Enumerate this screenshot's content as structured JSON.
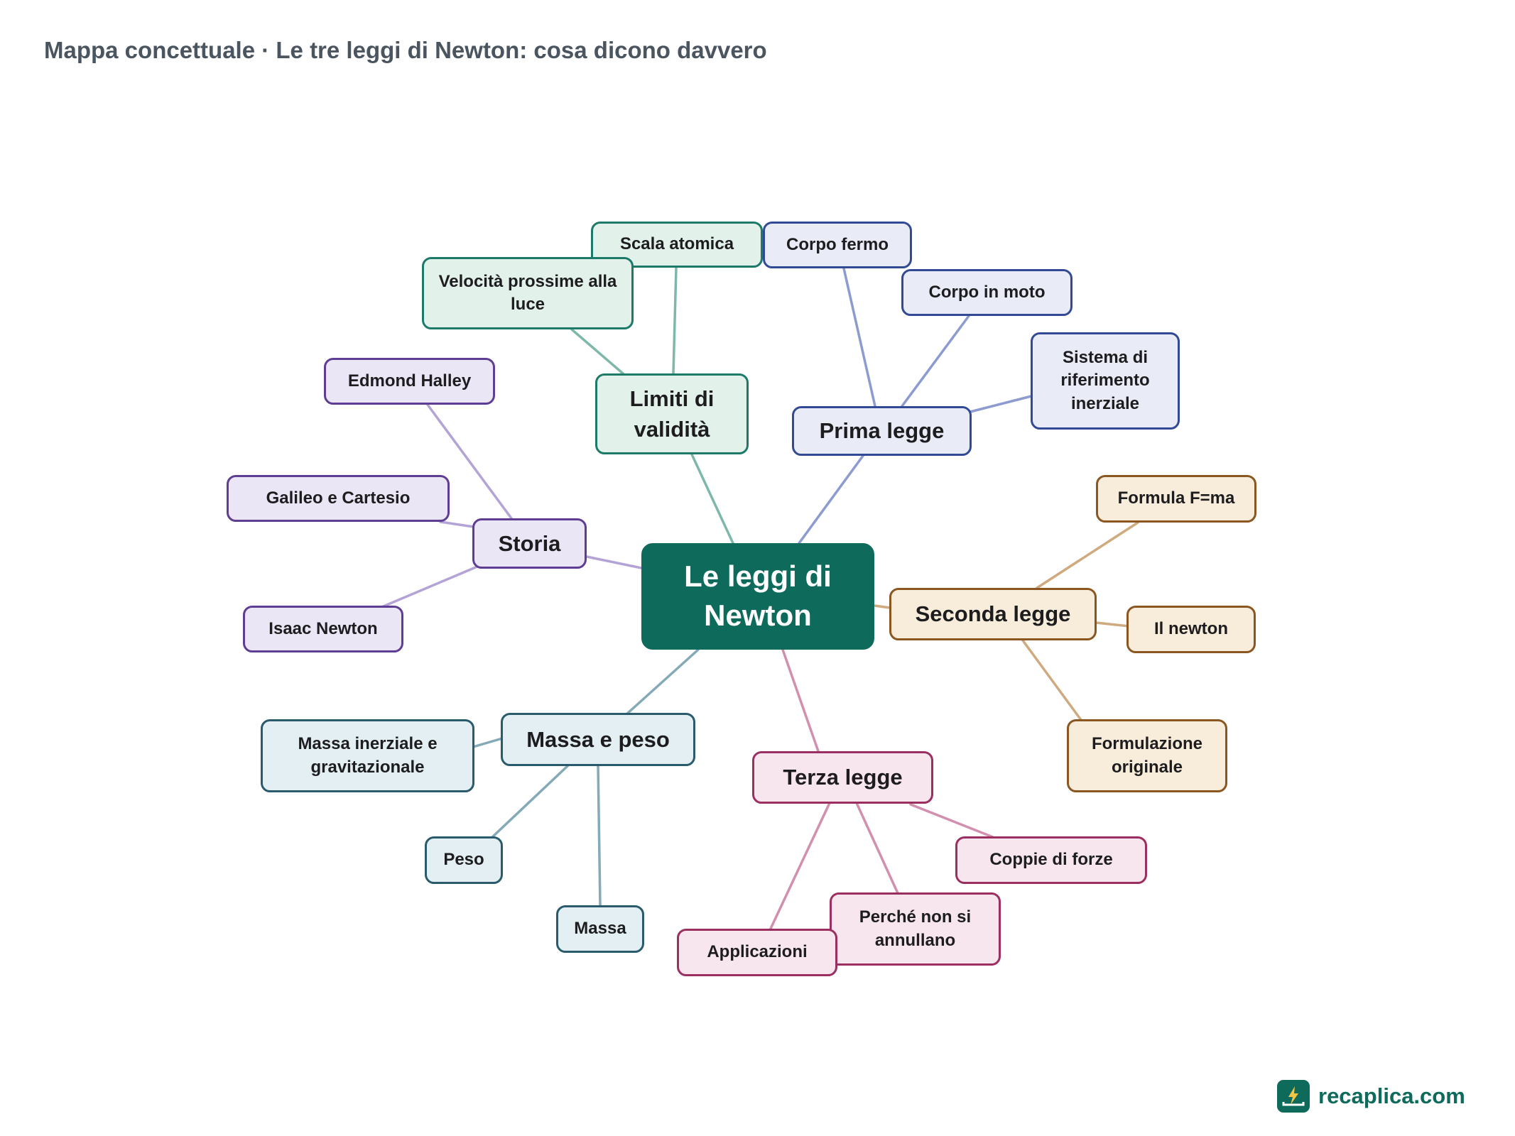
{
  "title": "Mappa concettuale · Le tre leggi di Newton: cosa dicono davvero",
  "central": "Le leggi di Newton",
  "colors": {
    "central": "#0e6b5c",
    "limiti": "#1d7a68",
    "prima": "#324a94",
    "storia": "#5e3d92",
    "seconda": "#8a5721",
    "massa": "#295b6c",
    "terza": "#9a2f60"
  },
  "branches": {
    "limiti": {
      "label": "Limiti di validità",
      "children": [
        "Scala atomica",
        "Velocità prossime alla luce"
      ]
    },
    "prima": {
      "label": "Prima legge",
      "children": [
        "Corpo fermo",
        "Corpo in moto",
        "Sistema di riferimento inerziale"
      ]
    },
    "storia": {
      "label": "Storia",
      "children": [
        "Edmond Halley",
        "Galileo e Cartesio",
        "Isaac Newton"
      ]
    },
    "seconda": {
      "label": "Seconda legge",
      "children": [
        "Formula F=ma",
        "Il newton",
        "Formulazione originale"
      ]
    },
    "massa": {
      "label": "Massa e peso",
      "children": [
        "Massa inerziale e gravitazionale",
        "Peso",
        "Massa"
      ]
    },
    "terza": {
      "label": "Terza legge",
      "children": [
        "Coppie di forze",
        "Perché non si annullano",
        "Applicazioni"
      ]
    }
  },
  "logo": {
    "icon": "lightning-book-icon",
    "text": "recaplica.com"
  }
}
